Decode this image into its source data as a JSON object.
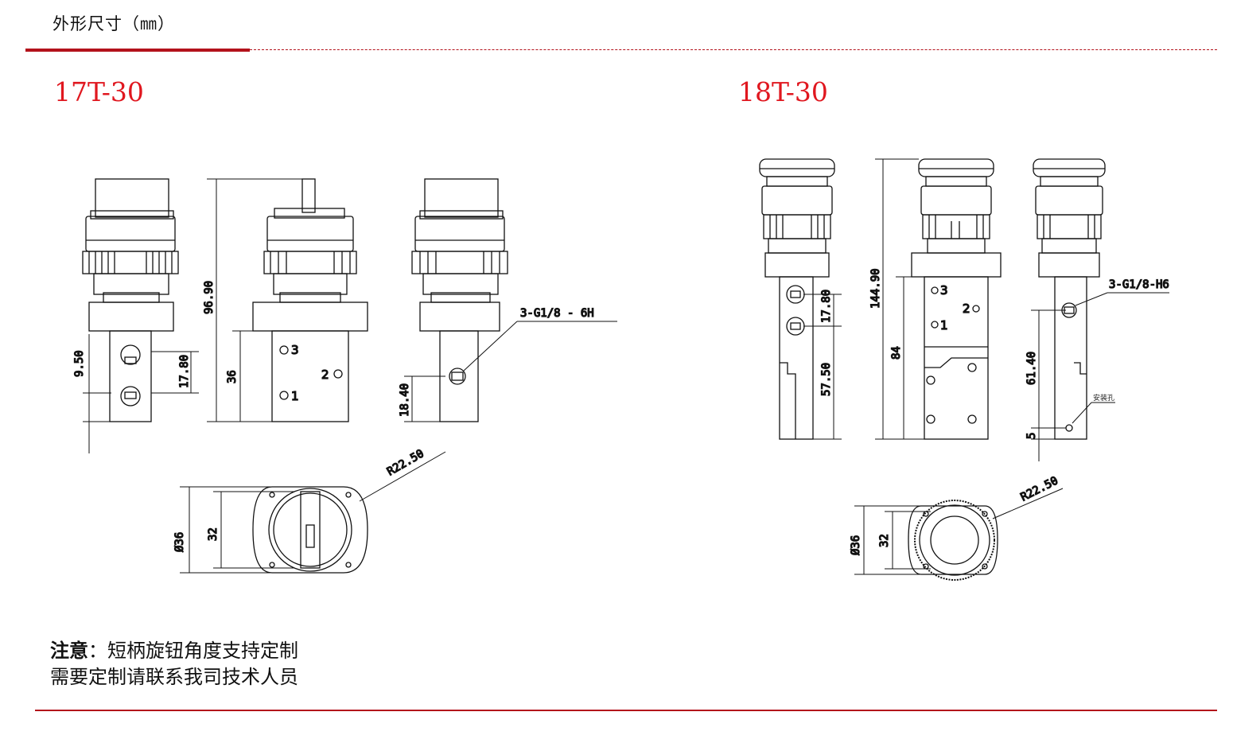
{
  "header": {
    "title": "外形尺寸（㎜）"
  },
  "models": {
    "a": "17T-30",
    "b": "18T-30"
  },
  "dims_a": {
    "d1": "9.50",
    "d2": "17.80",
    "d3": "96.90",
    "d4": "36",
    "d5": "18.40",
    "thread": "3-G1/8 - 6H",
    "radius": "R22.50",
    "dia": "Ø36",
    "inner": "32",
    "p1": "1",
    "p2": "2",
    "p3": "3"
  },
  "dims_b": {
    "d1": "17.80",
    "d2": "57.50",
    "d3": "144.90",
    "d4": "84",
    "thread": "3-G1/8-H6",
    "d5": "61.40",
    "d6": "5",
    "hole": "安装孔",
    "radius": "R22.50",
    "dia": "Ø36",
    "inner": "32",
    "p1": "1",
    "p2": "2",
    "p3": "3"
  },
  "note": {
    "label": "注意",
    "line1": "：短柄旋钮角度支持定制",
    "line2": "需要定制请联系我司技术人员"
  }
}
